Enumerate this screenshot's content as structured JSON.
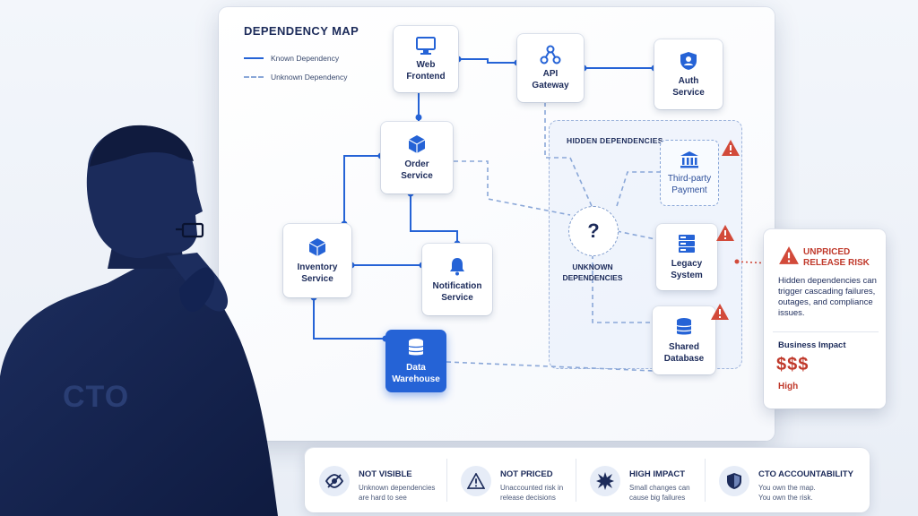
{
  "diagram": {
    "title": "DEPENDENCY MAP",
    "legend": {
      "known": "Known Dependency",
      "unknown": "Unknown Dependency"
    },
    "hidden_zone_label": "HIDDEN DEPENDENCIES",
    "unknown_label": "UNKNOWN\nDEPENDENCIES",
    "unknown_symbol": "?",
    "nodes": {
      "web_frontend": {
        "label": "Web\nFrontend",
        "icon": "monitor-icon"
      },
      "api_gateway": {
        "label": "API\nGateway",
        "icon": "share-nodes-icon"
      },
      "auth_service": {
        "label": "Auth\nService",
        "icon": "shield-user-icon"
      },
      "order_service": {
        "label": "Order\nService",
        "icon": "cube-icon"
      },
      "inventory_service": {
        "label": "Inventory\nService",
        "icon": "cube-icon"
      },
      "notification_service": {
        "label": "Notification\nService",
        "icon": "bell-icon"
      },
      "data_warehouse": {
        "label": "Data\nWarehouse",
        "icon": "database-icon"
      },
      "third_party_payment": {
        "label": "Third-party\nPayment",
        "icon": "bank-icon"
      },
      "legacy_system": {
        "label": "Legacy\nSystem",
        "icon": "server-icon"
      },
      "shared_database": {
        "label": "Shared\nDatabase",
        "icon": "database-icon"
      }
    }
  },
  "risk_card": {
    "title": "UNPRICED\nRELEASE RISK",
    "description": "Hidden dependencies can trigger cascading failures, outages, and compliance issues.",
    "impact_label": "Business Impact",
    "impact_symbol": "$$$",
    "impact_level": "High"
  },
  "person": {
    "label": "CTO"
  },
  "bottom_bar": [
    {
      "title": "NOT VISIBLE",
      "desc": "Unknown dependencies\nare hard to see",
      "icon": "eye-off-icon"
    },
    {
      "title": "NOT PRICED",
      "desc": "Unaccounted risk in\nrelease decisions",
      "icon": "warning-icon"
    },
    {
      "title": "HIGH IMPACT",
      "desc": "Small changes can\ncause big failures",
      "icon": "burst-icon"
    },
    {
      "title": "CTO ACCOUNTABILITY",
      "desc": "You own the map.\nYou own the risk.",
      "icon": "shield-icon"
    }
  ],
  "colors": {
    "accent": "#2563d6",
    "navy": "#1c2b5a",
    "danger": "#c0392b",
    "dashed": "#8aa7d8"
  }
}
